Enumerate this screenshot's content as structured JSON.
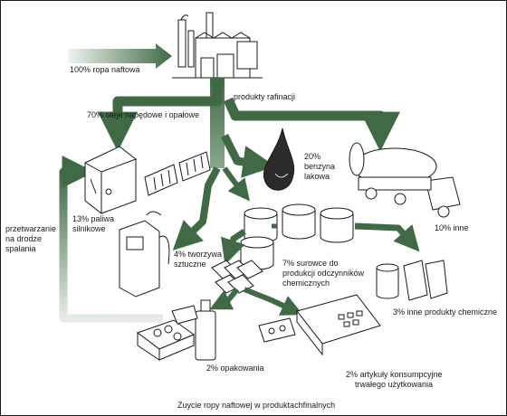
{
  "labels": {
    "crude_oil": "100% ropa naftowa",
    "refinery_products": "produkty rafinacji",
    "diesel_heating": "70% oleje  napędowe i opałowe",
    "gasoline_l1": "20%",
    "gasoline_l2": "benzyna",
    "gasoline_l3": "lakowa",
    "fuel_l1": "13% paliwa",
    "fuel_l2": "silnikowe",
    "combustion_l1": "przetwarzanie",
    "combustion_l2": "na drodze",
    "combustion_l3": "spalania",
    "other": "10% inne",
    "plastics_l1": "4% tworzywa",
    "plastics_l2": "sztuczne",
    "feedstock_l1": "7% surowce do",
    "feedstock_l2": "produkcji  odczynników",
    "feedstock_l3": "chemicznych",
    "other_chem": "3% inne produkty chemiczne",
    "packaging": "2% opakowania",
    "consumer_l1": "2% artykuły  konsumpcyjne",
    "consumer_l2": "trwałego użytkowania",
    "caption": "Zuycie  ropy naftowej w produktachfinalnych"
  },
  "colors": {
    "arrow": "#3f6a45",
    "arrow_light": "#dfe9df",
    "ink": "#1a1a1a"
  }
}
